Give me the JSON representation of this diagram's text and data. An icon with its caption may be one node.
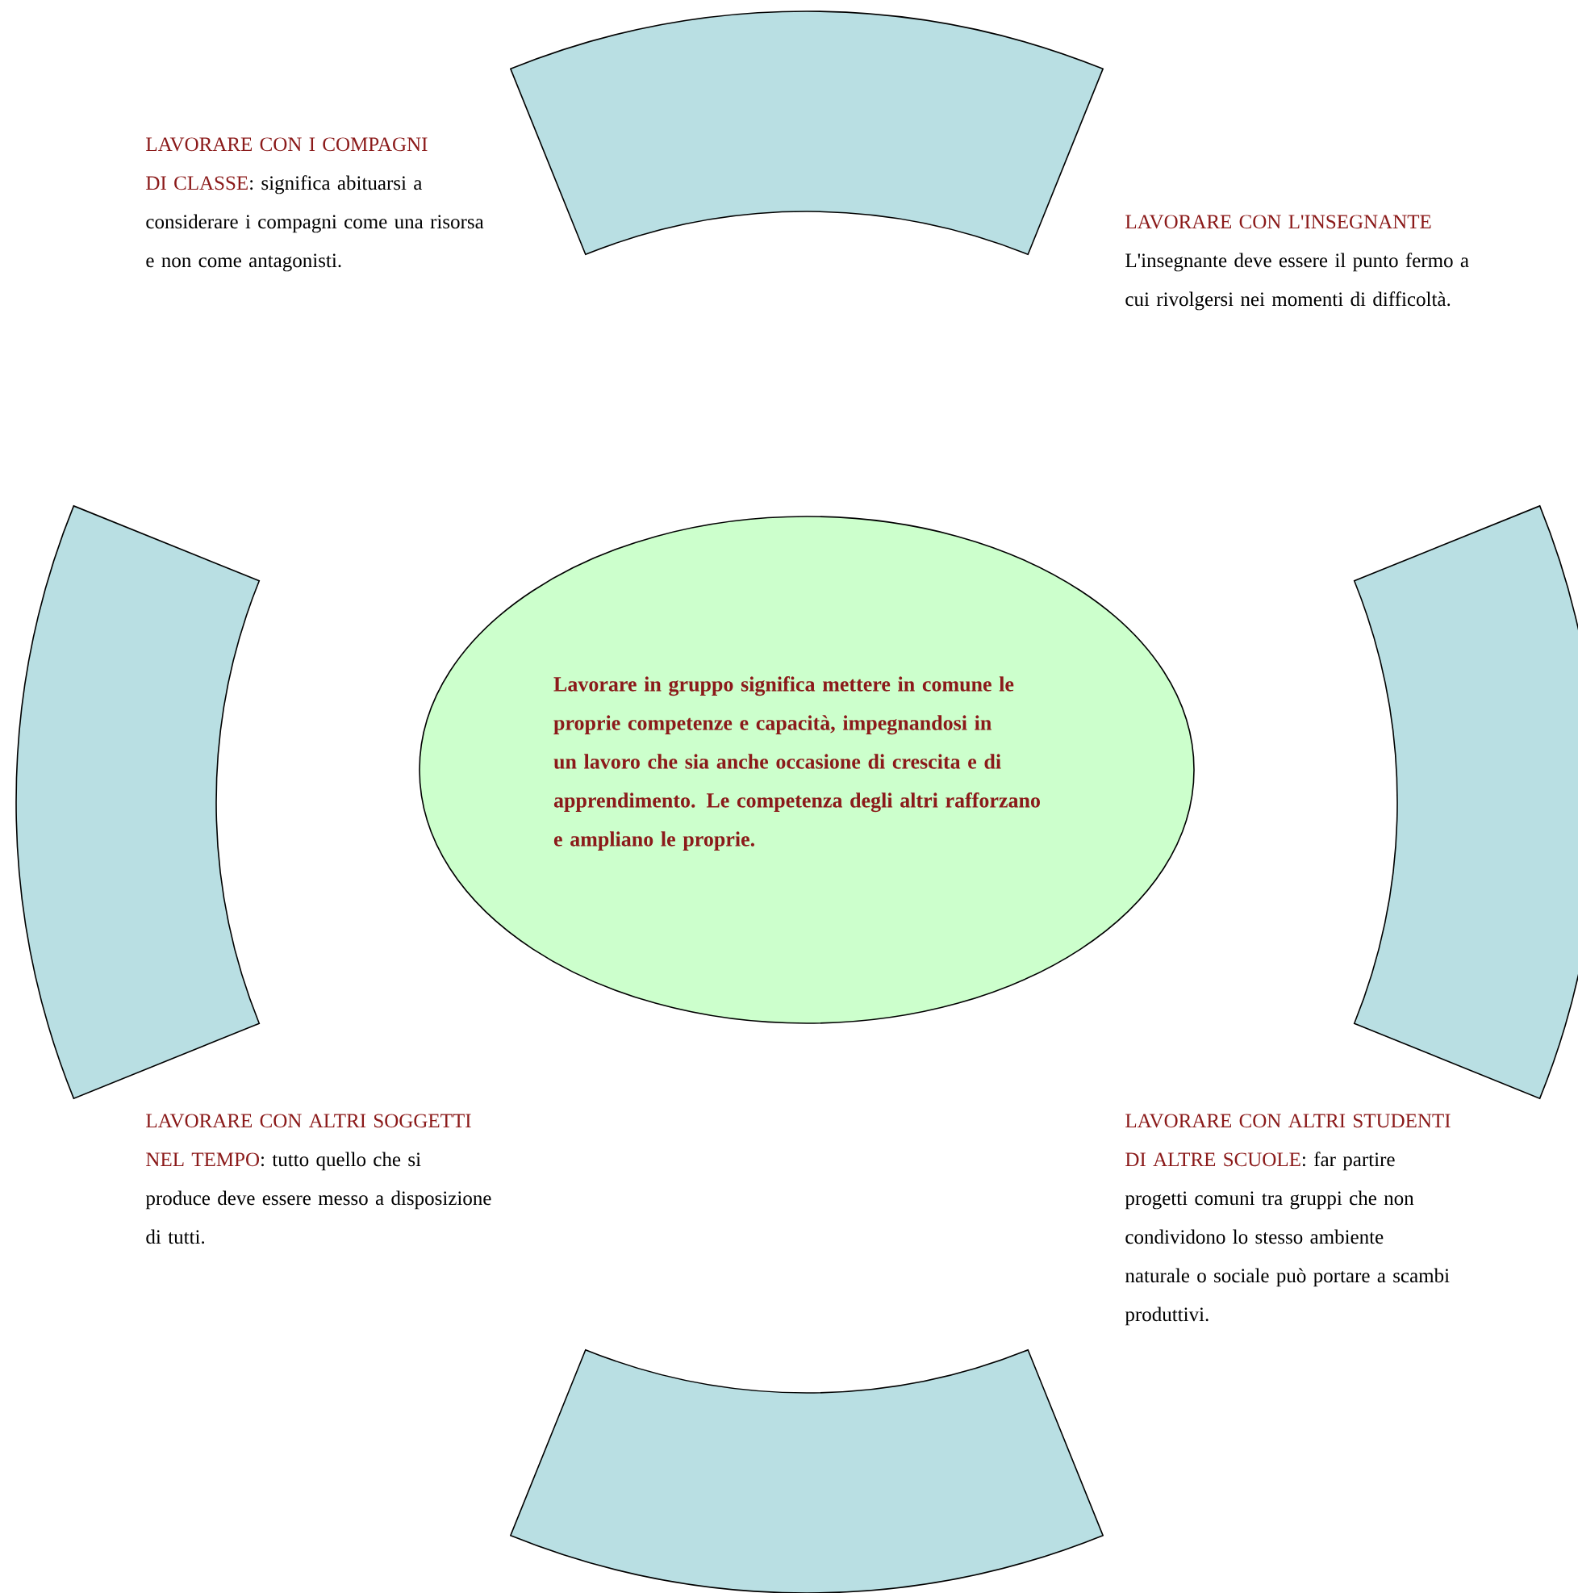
{
  "diagram": {
    "nodes": [
      {
        "text": [
          "Lavorare in gruppo significa mettere in comune le proprie competenze e capacità, impegnandosi in un lavoro che sia anche occasione di crescita e di apprendimento. Le competenza degli altri rafforzano e ampliano le proprie."
        ]
      },
      {
        "text": [],
        "shape": "arc"
      },
      {
        "text": [],
        "shape": "arc"
      },
      {
        "text": [],
        "shape": "arc"
      },
      {
        "text": [],
        "shape": "arc"
      }
    ],
    "edges": [],
    "labels": [
      "LAVORARE CON I COMPAGNI DI CLASSE",
      ": significa abituarsi a considerare i compagni come una risorsa e non come antagonisti.",
      "LAVORARE CON L'INSEGNANTE",
      "L'insegnante deve essere il punto fermo a cui rivolgersi nei momenti di difficoltà.",
      "LAVORARE CON ALTRI SOGGETTI NEL TEMPO",
      ": tutto quello che si produce deve essere messo a disposizione di tutti.",
      "LAVORARE CON ALTRI STUDENTI DI ALTRE SCUOLE",
      ": far partire progetti comuni tra gruppi che non condividono lo stesso ambiente naturale o sociale può portare a scambi produttivi."
    ]
  }
}
